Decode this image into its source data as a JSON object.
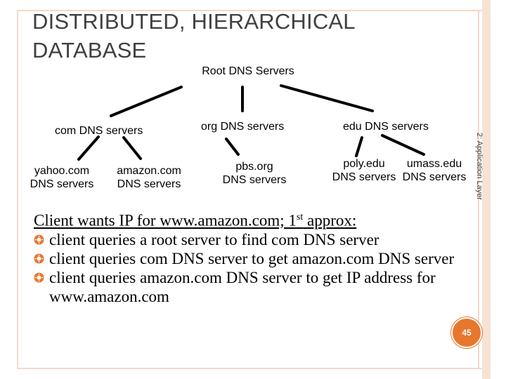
{
  "slide": {
    "title": "DISTRIBUTED, HIERARCHICAL DATABASE",
    "side_label": "2: Application Layer",
    "page_number": "45"
  },
  "diagram": {
    "root": "Root DNS Servers",
    "tld": {
      "com": "com DNS servers",
      "org": "org DNS servers",
      "edu": "edu DNS servers"
    },
    "leaves": {
      "yahoo": [
        "yahoo.com",
        "DNS servers"
      ],
      "amazon": [
        "amazon.com",
        "DNS servers"
      ],
      "pbs": [
        "pbs.org",
        "DNS servers"
      ],
      "poly": [
        "poly.edu",
        "DNS servers"
      ],
      "umass": [
        "umass.edu",
        "DNS servers"
      ]
    }
  },
  "body": {
    "lead": "Client wants IP for www.amazon.com; 1",
    "lead_sup": "st",
    "lead_tail": " approx:",
    "bullets": [
      "client queries a root server to find com DNS server",
      "client queries com DNS server to get amazon.com DNS server",
      "client queries amazon.com DNS server to get  IP address for www.amazon.com"
    ]
  },
  "colors": {
    "accent": "#e8772e",
    "frame": "#f4d9c7",
    "title": "#404040"
  }
}
